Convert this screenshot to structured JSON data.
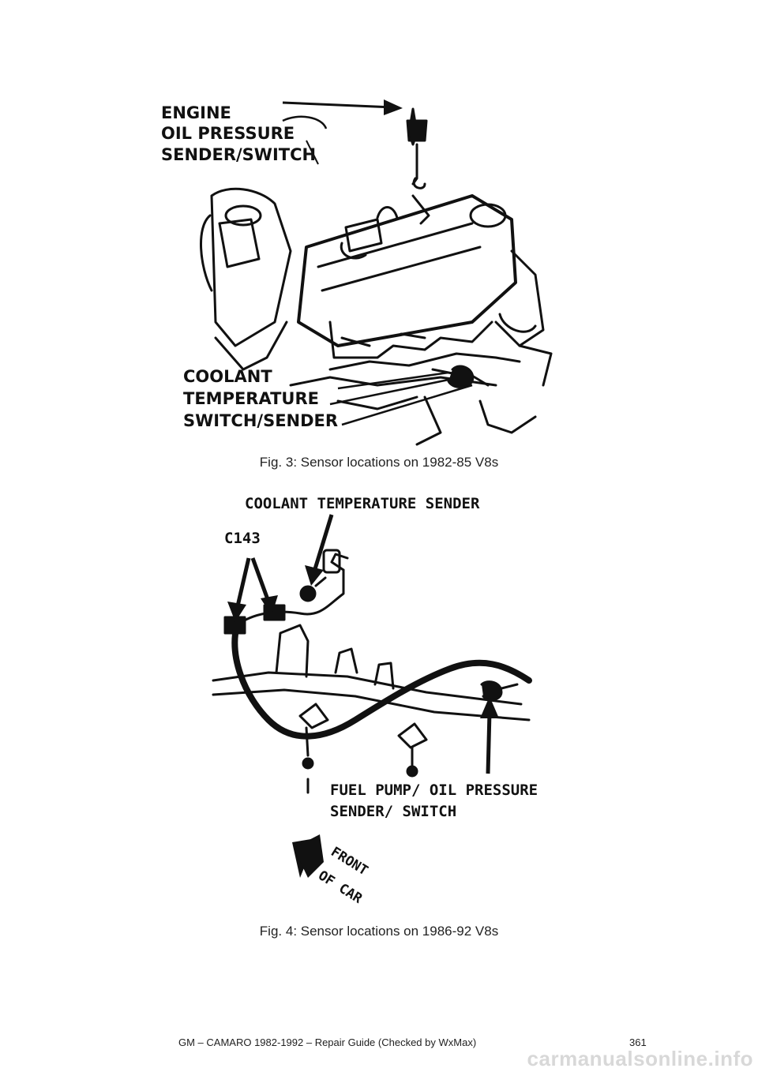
{
  "figures": [
    {
      "labels": {
        "oil_line1": "ENGINE",
        "oil_line2": "OIL PRESSURE",
        "oil_line3": "SENDER/SWITCH",
        "cool_line1": "COOLANT",
        "cool_line2": "TEMPERATURE",
        "cool_line3": "SWITCH/SENDER"
      },
      "caption": "Fig. 3: Sensor locations on 1982-85 V8s"
    },
    {
      "labels": {
        "coolant": "COOLANT TEMPERATURE SENDER",
        "connector": "C143",
        "fuel_line1": "FUEL PUMP/ OIL PRESSURE",
        "fuel_line2": "SENDER/ SWITCH",
        "front_line1": "FRONT",
        "front_line2": "OF CAR"
      },
      "caption": "Fig. 4: Sensor locations on 1986-92 V8s"
    }
  ],
  "footer": {
    "guide_title": "GM – CAMARO 1982-1992 – Repair Guide (Checked by WxMax)",
    "page_number": "361"
  },
  "watermark": "carmanualsonline.info"
}
